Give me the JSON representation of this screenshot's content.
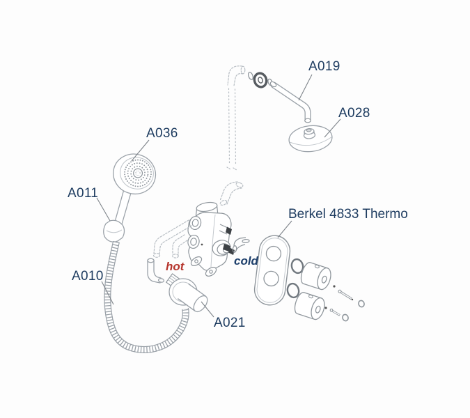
{
  "page": {
    "background": "#fdfdfd"
  },
  "colors": {
    "label": "#1e3c60",
    "cold": "#1d3f6b",
    "hot": "#b5342c",
    "line": "#9aa1a8",
    "line_light": "#b7bdc3",
    "line_dark": "#70777e",
    "tip_dark": "#3d4145"
  },
  "labels": {
    "a019": "A019",
    "a028": "A028",
    "a036": "A036",
    "a011": "A011",
    "a010": "A010",
    "a021": "A021",
    "model": "Berkel 4833 Thermo",
    "hot": "hot",
    "cold": "cold"
  }
}
